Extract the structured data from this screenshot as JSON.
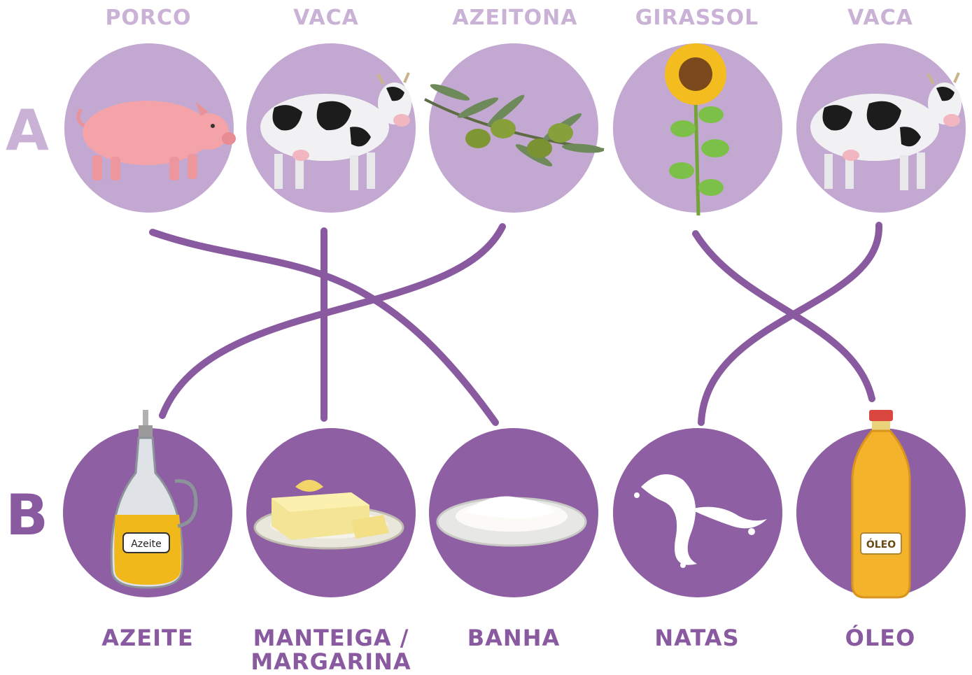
{
  "rows": {
    "a": "A",
    "b": "B"
  },
  "top": [
    {
      "label": "PORCO",
      "icon": "pig-icon"
    },
    {
      "label": "VACA",
      "icon": "cow-icon"
    },
    {
      "label": "AZEITONA",
      "icon": "olive-branch-icon"
    },
    {
      "label": "GIRASSOL",
      "icon": "sunflower-icon"
    },
    {
      "label": "VACA",
      "icon": "cow-icon"
    }
  ],
  "bottom": [
    {
      "label": "AZEITE",
      "icon": "olive-oil-jug-icon",
      "tag": "Azeite"
    },
    {
      "label": "MANTEIGA / MARGARINA",
      "icon": "butter-plate-icon"
    },
    {
      "label": "BANHA",
      "icon": "lard-plate-icon"
    },
    {
      "label": "NATAS",
      "icon": "cream-splash-icon"
    },
    {
      "label": "ÓLEO",
      "icon": "oil-bottle-icon",
      "tag": "ÓLEO"
    }
  ],
  "matches": [
    {
      "from": "PORCO",
      "to": "BANHA"
    },
    {
      "from": "VACA",
      "to": "MANTEIGA / MARGARINA"
    },
    {
      "from": "AZEITONA",
      "to": "AZEITE"
    },
    {
      "from": "GIRASSOL",
      "to": "ÓLEO"
    },
    {
      "from": "VACA",
      "to": "NATAS"
    }
  ],
  "colors": {
    "light_purple": "#c3a9d1",
    "dark_purple": "#8e60a3",
    "line": "#8a5aa0"
  }
}
